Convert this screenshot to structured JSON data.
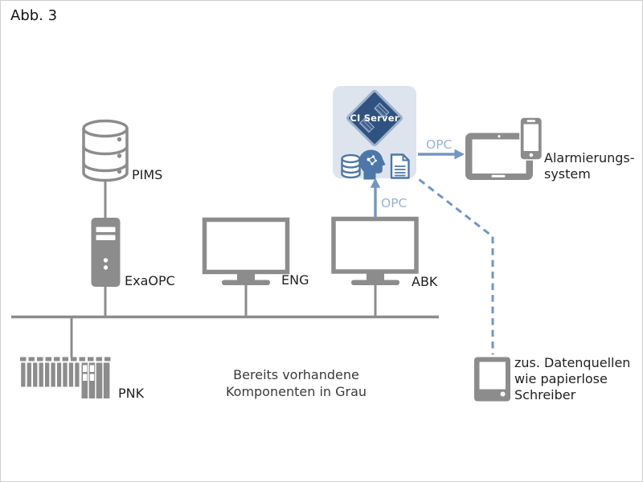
{
  "figure_label": "Abb. 3",
  "colors": {
    "hardware_gray": "#8c8c8c",
    "connector_gray": "#8c8c8c",
    "accent_blue": "#7296c5",
    "accent_blue_light": "#98b2d6",
    "ci_box_bg": "#dee4ee",
    "ci_diamond_fill": "#2f5280",
    "ci_diamond_border": "#9db2cd",
    "ci_icon_blue": "#4d77a8",
    "text_color": "#1f1f1f",
    "note_color": "#3a3a3a"
  },
  "nodes": {
    "pims": {
      "label": "PIMS",
      "icon": "database-icon"
    },
    "exaopc": {
      "label": "ExaOPC",
      "icon": "server-tower-icon"
    },
    "eng": {
      "label": "ENG",
      "icon": "monitor-icon"
    },
    "abk": {
      "label": "ABK",
      "icon": "monitor-icon"
    },
    "pnk": {
      "label": "PNK",
      "icon": "plc-rack-icon"
    },
    "ci_server": {
      "label": "CI Server",
      "icon": "diamond-badge",
      "sub_icons": [
        "database-icon",
        "ai-head-icon",
        "document-icon"
      ]
    },
    "alarm_system": {
      "label_lines": [
        "Alarmierungs-",
        "system"
      ],
      "icon": "tablet-phone-icon"
    },
    "extra_sources": {
      "label_lines": [
        "zus. Datenquellen",
        "wie papierlose",
        "Schreiber"
      ],
      "icon": "paperless-recorder-icon"
    }
  },
  "connections": {
    "abk_to_ci": {
      "label": "OPC",
      "style": "solid-arrow-up"
    },
    "ci_to_alarm": {
      "label": "OPC",
      "style": "solid-arrow-right"
    },
    "ci_to_extra_sources": {
      "style": "dashed-line"
    },
    "field_bus": {
      "style": "solid-line"
    }
  },
  "note_lines": [
    "Bereits vorhandene",
    "Komponenten in Grau"
  ]
}
